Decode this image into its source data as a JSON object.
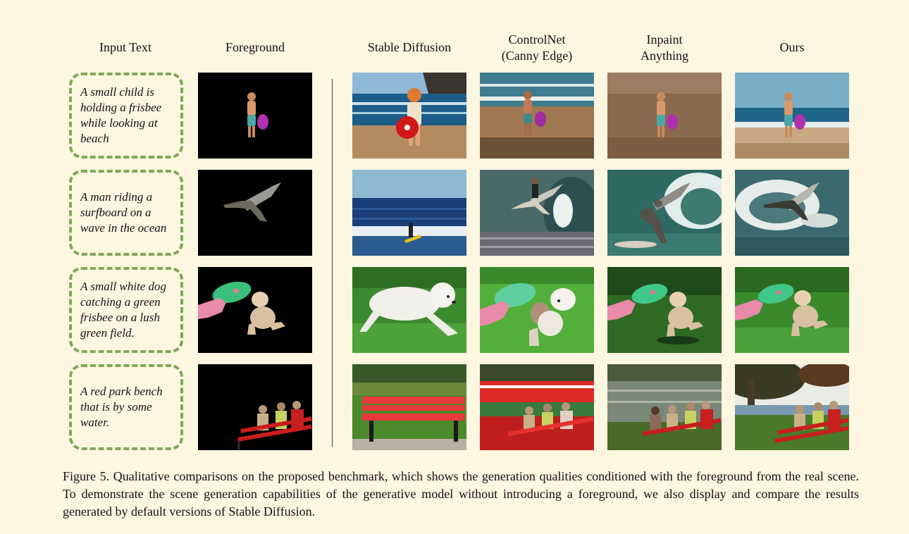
{
  "columns": {
    "input_text": "Input Text",
    "foreground": "Foreground",
    "stable_diffusion": "Stable Diffusion",
    "controlnet": [
      "ControlNet",
      "(Canny Edge)"
    ],
    "inpaint": [
      "Inpaint",
      "Anything"
    ],
    "ours": "Ours"
  },
  "rows": [
    {
      "prompt": [
        "A small child is",
        "holding a frisbee",
        "while looking at",
        "beach"
      ]
    },
    {
      "prompt": [
        "A man riding a",
        "surfboard on a",
        "wave in the ocean"
      ]
    },
    {
      "prompt": [
        "A small white dog",
        "catching a green",
        "frisbee on a lush",
        "green field."
      ]
    },
    {
      "prompt": [
        "A red park bench",
        "that is by some",
        "water."
      ]
    }
  ],
  "caption": "Figure 5. Qualitative comparisons on the proposed benchmark, which shows the generation qualities conditioned with the foreground from the real scene. To demonstrate the scene generation capabilities of the generative model without introducing a foreground, we also display and compare the results generated by default versions of Stable Diffusion.",
  "colors": {
    "background": "#fdf6e0",
    "dashed_border": "#7fa85a"
  }
}
